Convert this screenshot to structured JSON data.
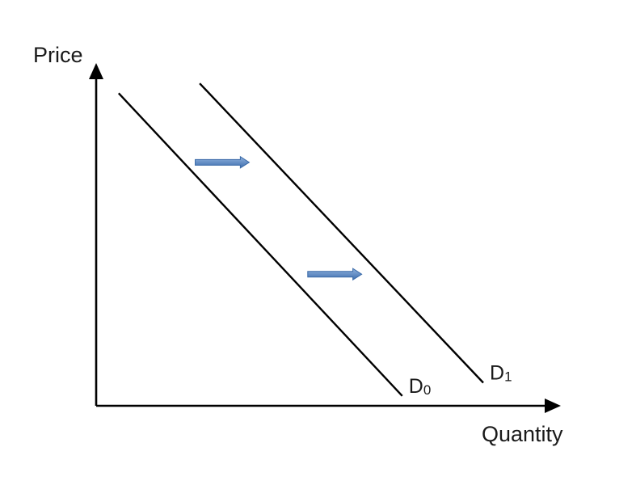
{
  "chart_data": {
    "type": "line",
    "xlabel": "Quantity",
    "ylabel": "Price",
    "xlim": [
      0,
      100
    ],
    "ylim": [
      0,
      100
    ],
    "grid": false,
    "series": [
      {
        "name": "D0",
        "label_main": "D",
        "label_sub": "0",
        "color": "#000000",
        "x": [
          5,
          68
        ],
        "y": [
          95,
          3
        ]
      },
      {
        "name": "D1",
        "label_main": "D",
        "label_sub": "1",
        "color": "#000000",
        "x": [
          23,
          86
        ],
        "y": [
          98,
          7
        ]
      }
    ],
    "annotations": [
      {
        "type": "shift-arrow",
        "from_x": 22,
        "to_x": 34,
        "y": 74,
        "color": "#4f81bd"
      },
      {
        "type": "shift-arrow",
        "from_x": 47,
        "to_x": 59,
        "y": 40,
        "color": "#4f81bd"
      }
    ]
  }
}
